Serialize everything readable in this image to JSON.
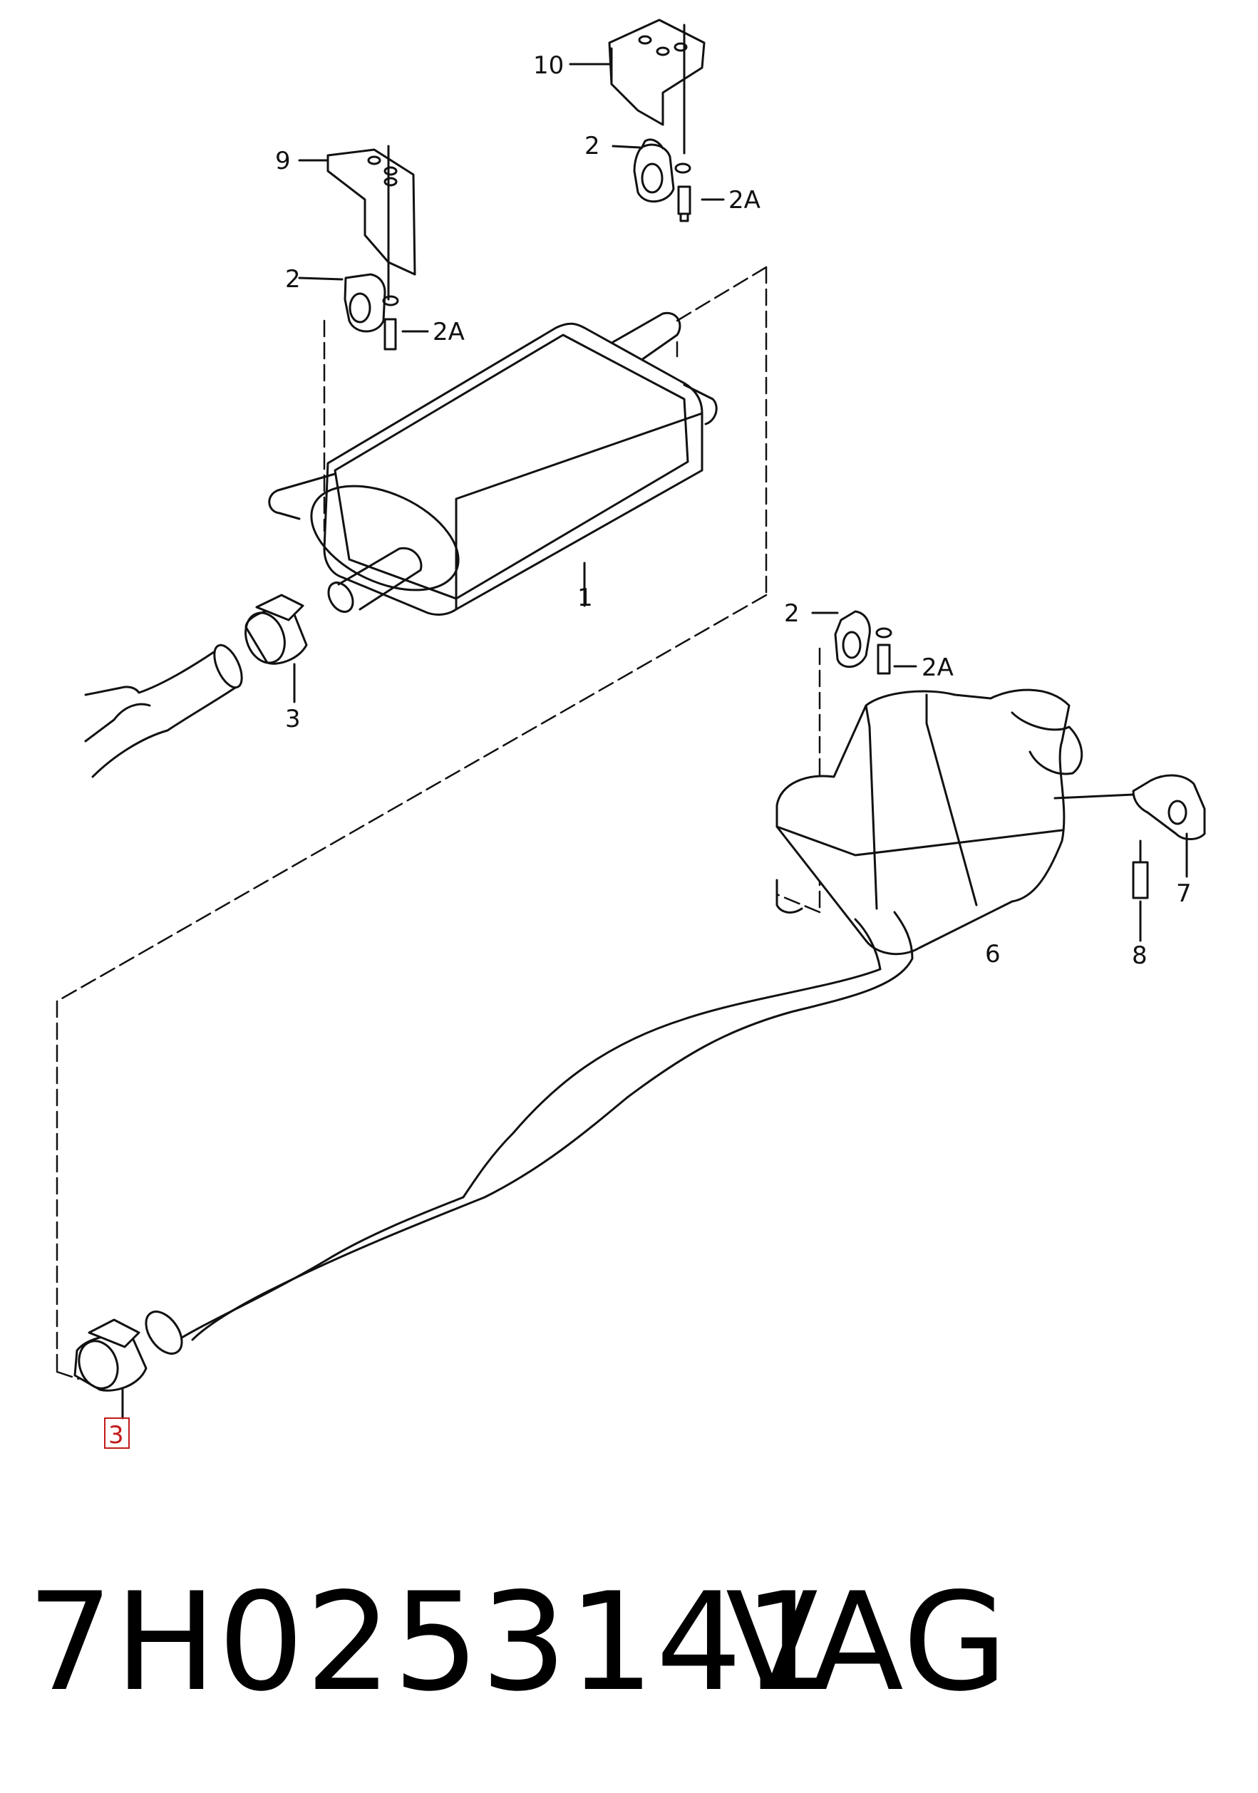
{
  "diagram": {
    "callouts": {
      "bracket_left": "9",
      "bracket_right": "10",
      "hanger_left": "2",
      "hanger_left_bolt": "2A",
      "hanger_right": "2",
      "hanger_right_bolt": "2A",
      "hanger_rear": "2",
      "hanger_rear_bolt": "2A",
      "center_muffler": "1",
      "clamp_upper": "3",
      "clamp_lower": "3",
      "rear_muffler": "6",
      "rear_hanger": "7",
      "rear_bolt": "8"
    },
    "highlighted_callout": "clamp_lower",
    "highlight_color": "#c21a1a",
    "line_color": "#111111"
  },
  "footer": {
    "part_number": "7H0253141",
    "brand": "VAG"
  }
}
